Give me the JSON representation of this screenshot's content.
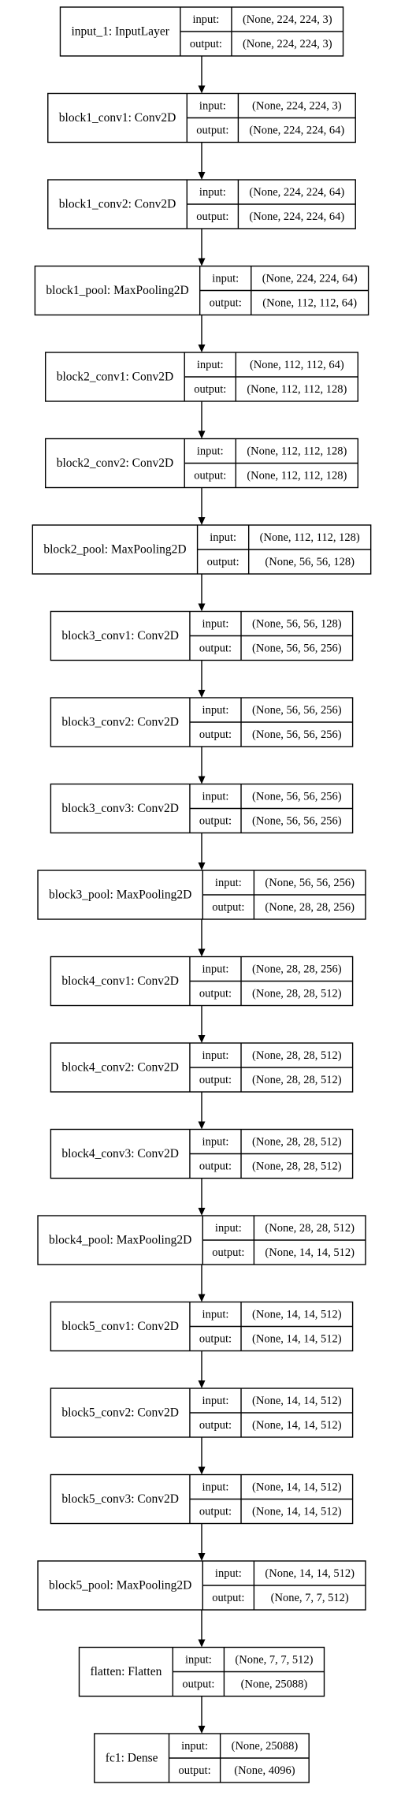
{
  "diagram": {
    "port_labels": {
      "input": "input:",
      "output": "output:"
    },
    "layers": [
      {
        "name": "input_1: InputLayer",
        "input": "(None, 224, 224, 3)",
        "output": "(None, 224, 224, 3)"
      },
      {
        "name": "block1_conv1: Conv2D",
        "input": "(None, 224, 224, 3)",
        "output": "(None, 224, 224, 64)"
      },
      {
        "name": "block1_conv2: Conv2D",
        "input": "(None, 224, 224, 64)",
        "output": "(None, 224, 224, 64)"
      },
      {
        "name": "block1_pool: MaxPooling2D",
        "input": "(None, 224, 224, 64)",
        "output": "(None, 112, 112, 64)"
      },
      {
        "name": "block2_conv1: Conv2D",
        "input": "(None, 112, 112, 64)",
        "output": "(None, 112, 112, 128)"
      },
      {
        "name": "block2_conv2: Conv2D",
        "input": "(None, 112, 112, 128)",
        "output": "(None, 112, 112, 128)"
      },
      {
        "name": "block2_pool: MaxPooling2D",
        "input": "(None, 112, 112, 128)",
        "output": "(None, 56, 56, 128)"
      },
      {
        "name": "block3_conv1: Conv2D",
        "input": "(None, 56, 56, 128)",
        "output": "(None, 56, 56, 256)"
      },
      {
        "name": "block3_conv2: Conv2D",
        "input": "(None, 56, 56, 256)",
        "output": "(None, 56, 56, 256)"
      },
      {
        "name": "block3_conv3: Conv2D",
        "input": "(None, 56, 56, 256)",
        "output": "(None, 56, 56, 256)"
      },
      {
        "name": "block3_pool: MaxPooling2D",
        "input": "(None, 56, 56, 256)",
        "output": "(None, 28, 28, 256)"
      },
      {
        "name": "block4_conv1: Conv2D",
        "input": "(None, 28, 28, 256)",
        "output": "(None, 28, 28, 512)"
      },
      {
        "name": "block4_conv2: Conv2D",
        "input": "(None, 28, 28, 512)",
        "output": "(None, 28, 28, 512)"
      },
      {
        "name": "block4_conv3: Conv2D",
        "input": "(None, 28, 28, 512)",
        "output": "(None, 28, 28, 512)"
      },
      {
        "name": "block4_pool: MaxPooling2D",
        "input": "(None, 28, 28, 512)",
        "output": "(None, 14, 14, 512)"
      },
      {
        "name": "block5_conv1: Conv2D",
        "input": "(None, 14, 14, 512)",
        "output": "(None, 14, 14, 512)"
      },
      {
        "name": "block5_conv2: Conv2D",
        "input": "(None, 14, 14, 512)",
        "output": "(None, 14, 14, 512)"
      },
      {
        "name": "block5_conv3: Conv2D",
        "input": "(None, 14, 14, 512)",
        "output": "(None, 14, 14, 512)"
      },
      {
        "name": "block5_pool: MaxPooling2D",
        "input": "(None, 14, 14, 512)",
        "output": "(None, 7, 7, 512)"
      },
      {
        "name": "flatten: Flatten",
        "input": "(None, 7, 7, 512)",
        "output": "(None, 25088)"
      },
      {
        "name": "fc1: Dense",
        "input": "(None, 25088)",
        "output": "(None, 4096)"
      }
    ]
  }
}
